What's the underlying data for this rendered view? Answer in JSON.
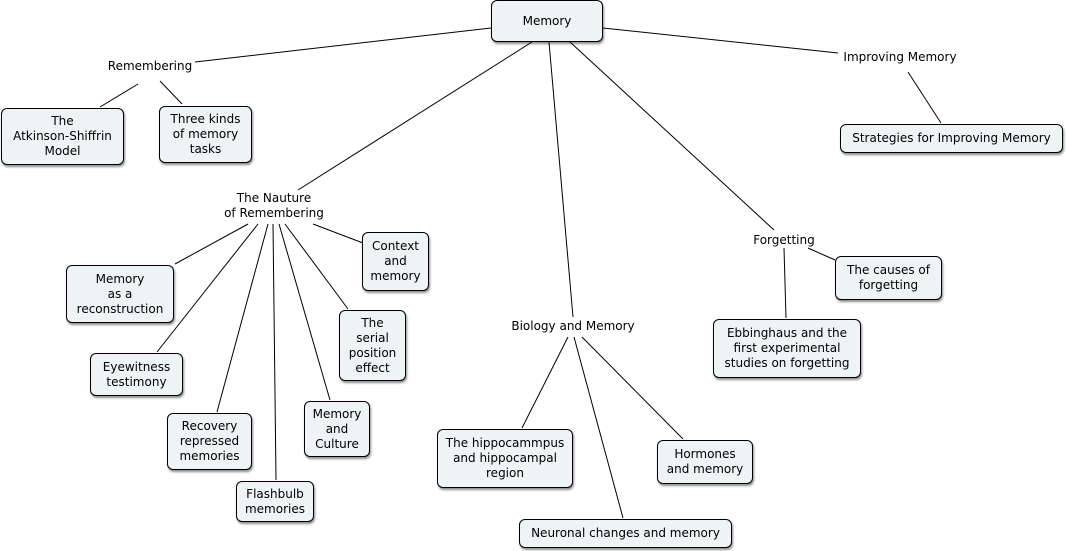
{
  "concept_map": {
    "root": "Memory",
    "remembering": "Remembering",
    "atkinson": "The\nAtkinson-Shiffrin\nModel",
    "three_kinds": "Three kinds\nof memory\ntasks",
    "improving": "Improving Memory",
    "strategies": "Strategies for Improving Memory",
    "nature": "The Nauture\nof Remembering",
    "context": "Context\nand\nmemory",
    "reconstruction": "Memory\nas a\nreconstruction",
    "serial": "The\nserial\nposition\neffect",
    "eyewitness": "Eyewitness\ntestimony",
    "culture": "Memory\nand\nCulture",
    "recovery": "Recovery\nrepressed\nmemories",
    "flashbulb": "Flashbulb\nmemories",
    "biology": "Biology and Memory",
    "hippocampus": "The hippocammpus\nand hippocampal\nregion",
    "hormones": "Hormones\nand memory",
    "neuronal": "Neuronal changes and memory",
    "forgetting": "Forgetting",
    "causes": "The causes of\nforgetting",
    "ebbinghaus": "Ebbinghaus and the\nfirst experimental\nstudies on forgetting"
  }
}
